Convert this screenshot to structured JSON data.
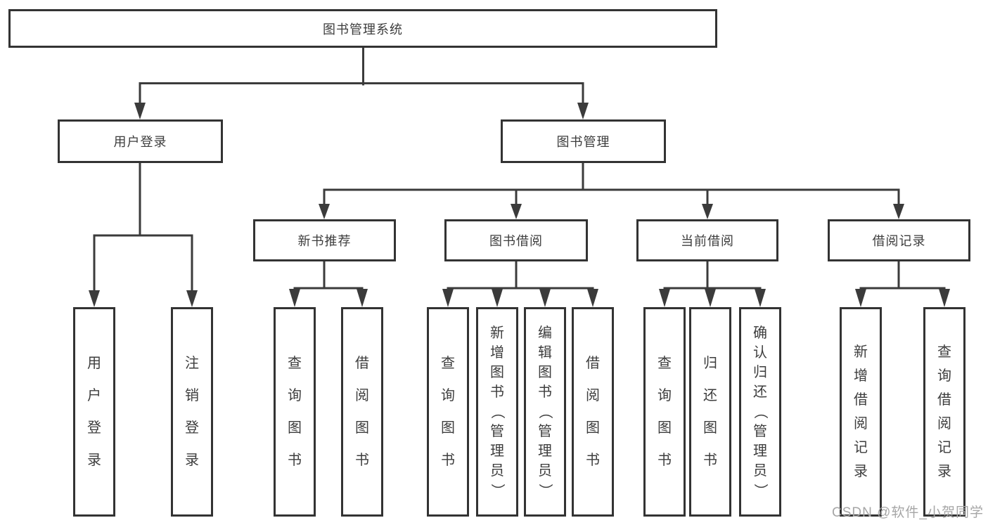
{
  "diagram": {
    "title": "图书管理系统",
    "root": {
      "label": "图书管理系统"
    },
    "level2": [
      {
        "label": "用户登录"
      },
      {
        "label": "图书管理"
      }
    ],
    "level3": [
      {
        "label": "新书推荐"
      },
      {
        "label": "图书借阅"
      },
      {
        "label": "当前借阅"
      },
      {
        "label": "借阅记录"
      }
    ],
    "leaves": [
      {
        "label": "用户登录"
      },
      {
        "label": "注销登录"
      },
      {
        "label": "查询图书"
      },
      {
        "label": "借阅图书"
      },
      {
        "label": "查询图书"
      },
      {
        "label": "新增图书（管理员）"
      },
      {
        "label": "编辑图书（管理员）"
      },
      {
        "label": "借阅图书"
      },
      {
        "label": "查询图书"
      },
      {
        "label": "归还图书"
      },
      {
        "label": "确认归还（管理员）"
      },
      {
        "label": "新增借阅记录"
      },
      {
        "label": "查询借阅记录"
      }
    ]
  },
  "watermark": {
    "text": "CSDN @软件_小贺同学"
  },
  "colors": {
    "line": "#3b3b3b",
    "border": "#333333",
    "text": "#3d3d3d",
    "watermark": "#a6a6a6",
    "background": "#ffffff"
  }
}
